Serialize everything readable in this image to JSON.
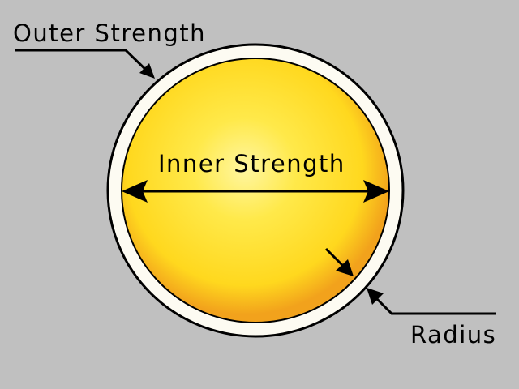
{
  "diagram": {
    "labels": {
      "outer_strength": "Outer Strength",
      "inner_strength": "Inner Strength",
      "radius": "Radius"
    },
    "colors": {
      "background": "#c0c0c0",
      "outer_ring": "#fdfbf2",
      "outline": "#000000",
      "inner_center": "#fff6a0",
      "inner_mid": "#ffd81e",
      "inner_edge": "#f2a21c"
    }
  }
}
